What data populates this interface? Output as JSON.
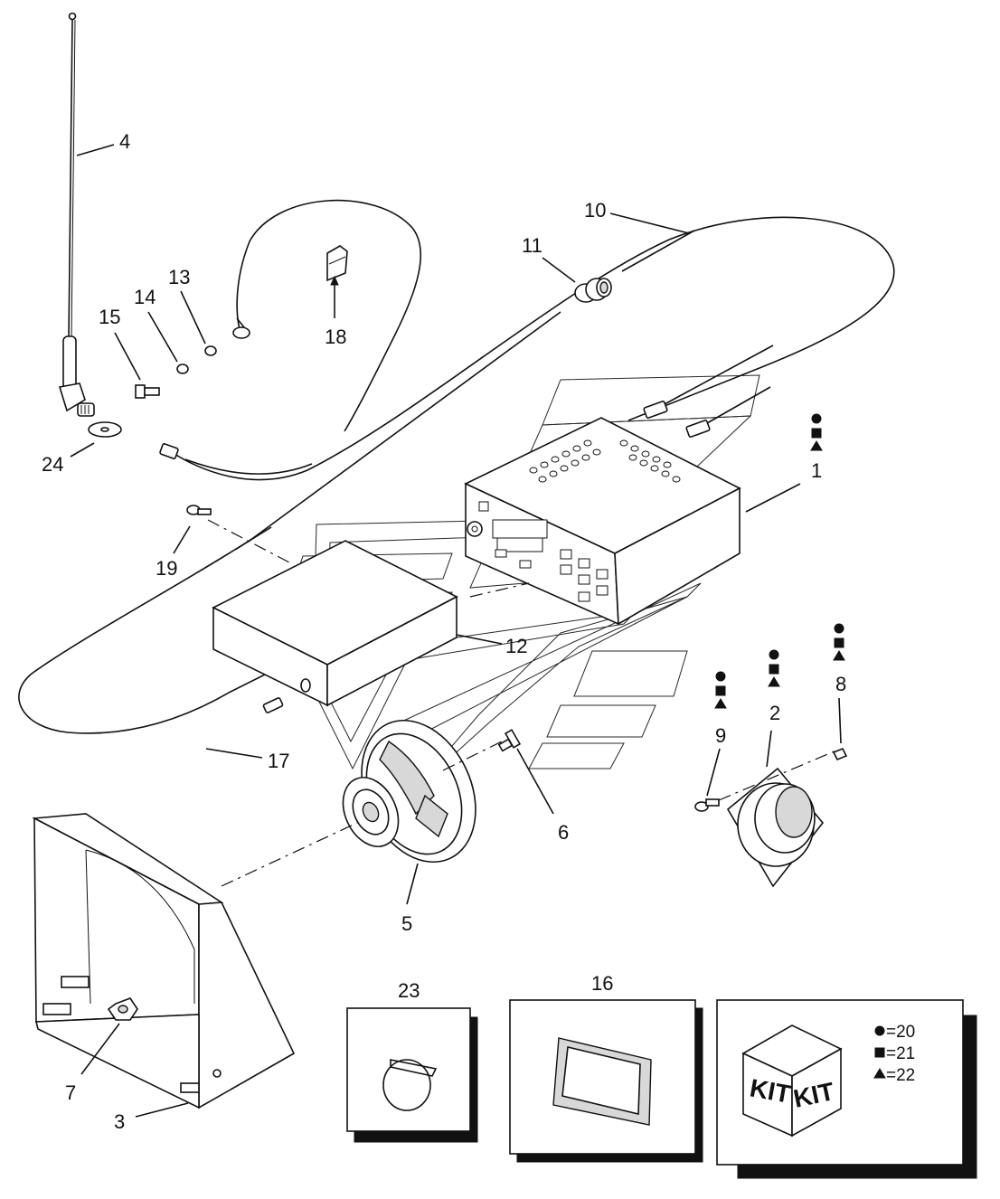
{
  "callouts": {
    "c1": "1",
    "c2": "2",
    "c3": "3",
    "c4": "4",
    "c5": "5",
    "c6": "6",
    "c7": "7",
    "c8": "8",
    "c9": "9",
    "c10": "10",
    "c11": "11",
    "c12": "12",
    "c13": "13",
    "c14": "14",
    "c15": "15",
    "c16": "16",
    "c17": "17",
    "c18": "18",
    "c19": "19",
    "c23": "23",
    "c24": "24"
  },
  "kit_legend": [
    {
      "symbol": "circle",
      "text": "=20"
    },
    {
      "symbol": "square",
      "text": "=21"
    },
    {
      "symbol": "triangle",
      "text": "=22"
    }
  ],
  "kit_box": {
    "face_left": "KIT",
    "face_right": "KIT"
  },
  "symbol_stacks": [
    "1",
    "2",
    "8",
    "9"
  ]
}
